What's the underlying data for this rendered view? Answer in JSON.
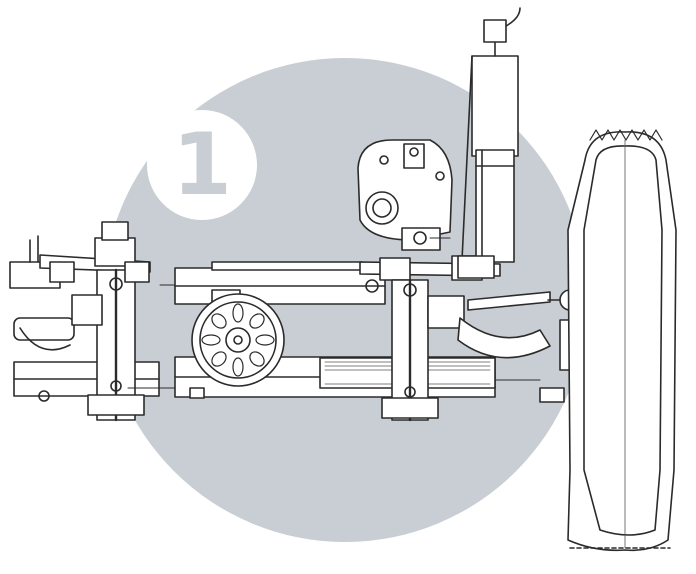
{
  "badge": {
    "number": "1"
  },
  "colors": {
    "background": "#ffffff",
    "disc": "#c8ced3",
    "badge_fill": "#ffffff",
    "badge_text": "#c8ced3",
    "ink": "#2b2b2b",
    "hatch": "#555555"
  },
  "figure": {
    "subject": "suspension-assembly-line-drawing",
    "parts": [
      "wishbone-arms",
      "shock-absorber",
      "coil-damper-upper",
      "hub-and-brake",
      "tire",
      "cross-member",
      "pulley"
    ]
  }
}
